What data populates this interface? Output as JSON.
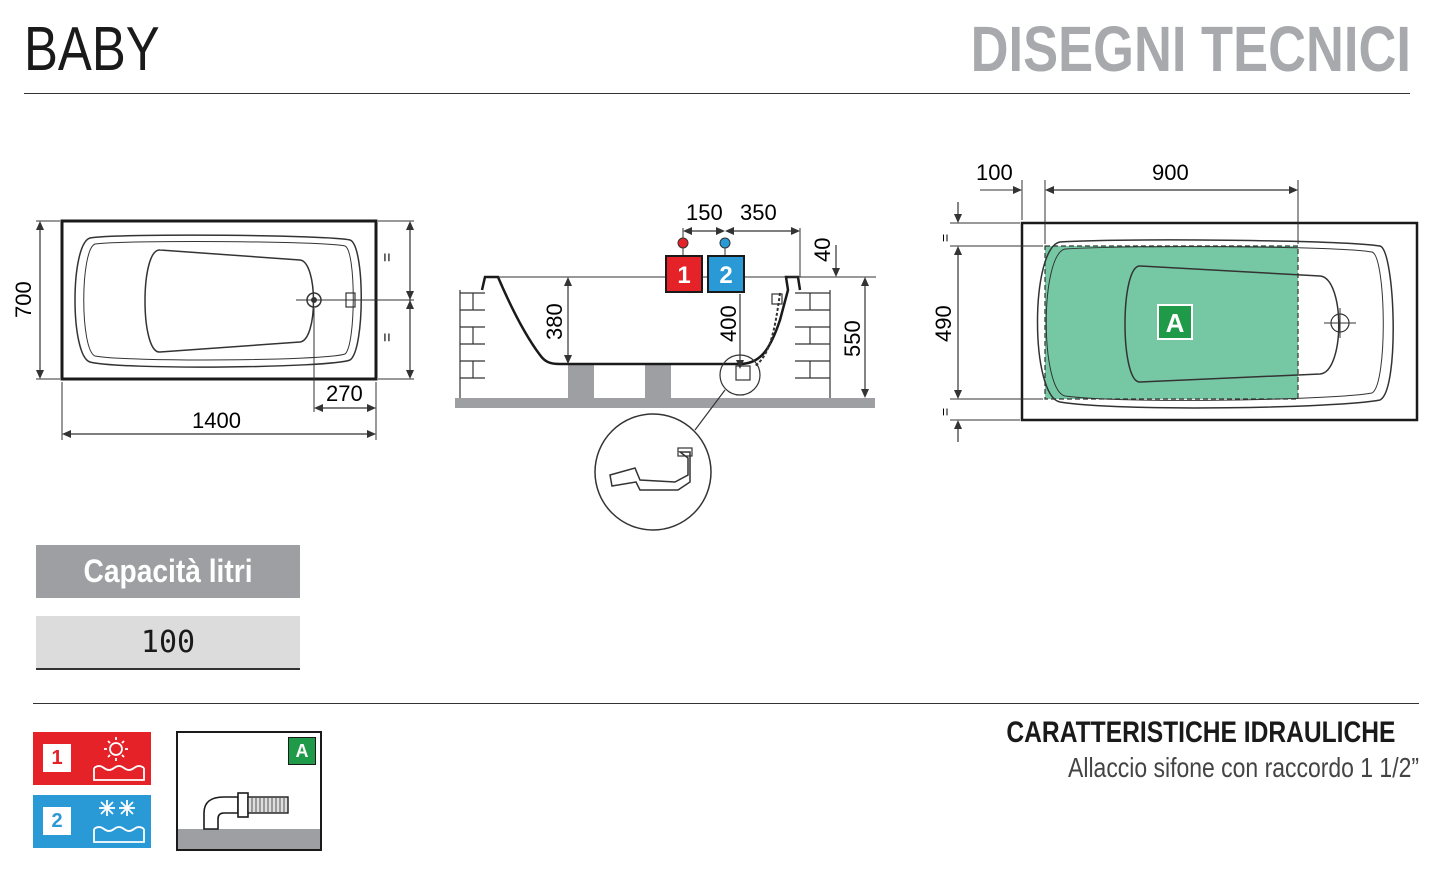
{
  "header": {
    "product_name": "BABY",
    "section_title": "DISEGNI TECNICI"
  },
  "drawings": {
    "top_view": {
      "width": "1400",
      "depth": "700",
      "drain_offset": "270",
      "equal_mark": "="
    },
    "side_view": {
      "pipe_spacing": "150",
      "pipe_offset": "350",
      "inner_depth": "380",
      "drain_height": "400",
      "rim_thickness": "40",
      "total_height": "550",
      "tap_1": "1",
      "tap_2": "2"
    },
    "plan_view": {
      "offset": "100",
      "area_length": "900",
      "area_width": "490",
      "area_label": "A",
      "equal_mark": "="
    }
  },
  "capacity": {
    "label": "Capacità litri",
    "value": "100"
  },
  "hydraulics": {
    "title": "CARATTERISTICHE IDRAULICHE",
    "description": "Allaccio sifone con raccordo 1 1/2”"
  },
  "legend": {
    "hot_label": "1",
    "cold_label": "2",
    "connection_label": "A"
  },
  "colors": {
    "hot": "#e42228",
    "cold": "#2a9ad6",
    "area": "#6fc5a0",
    "area_label_bg": "#1f9a48",
    "heading_gray": "#a7a9ac"
  }
}
